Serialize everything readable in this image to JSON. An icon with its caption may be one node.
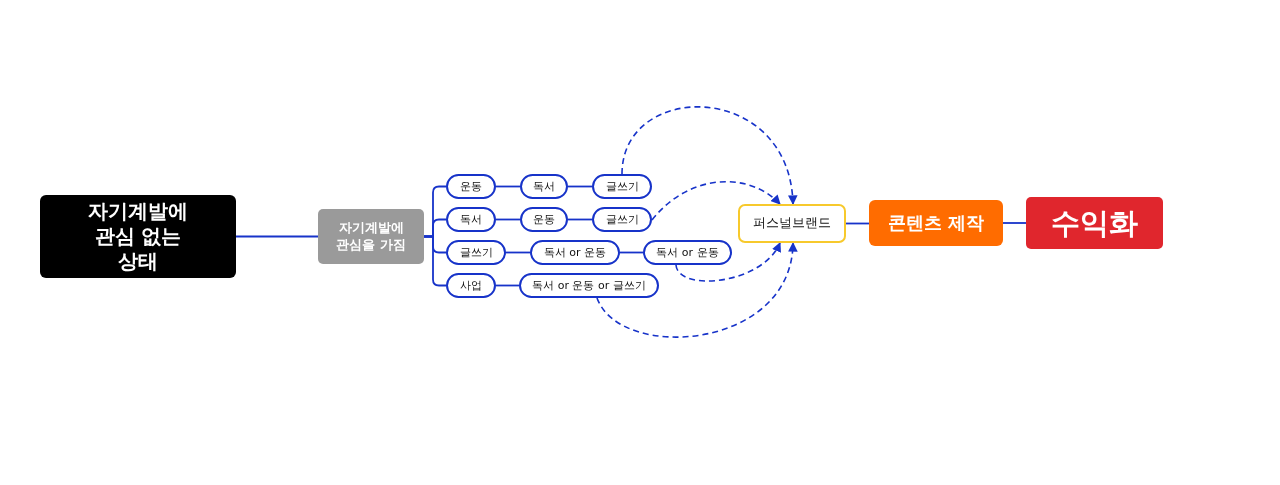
{
  "diagram": {
    "nodes": [
      {
        "text": [
          "자기계발에 관심 없는 상태"
        ]
      },
      {
        "text": [
          "자기계발에 관심을 가짐"
        ]
      },
      {
        "text": [
          "운동"
        ]
      },
      {
        "text": [
          "독서"
        ]
      },
      {
        "text": [
          "글쓰기"
        ]
      },
      {
        "text": [
          "독서"
        ]
      },
      {
        "text": [
          "운동"
        ]
      },
      {
        "text": [
          "글쓰기"
        ]
      },
      {
        "text": [
          "글쓰기"
        ]
      },
      {
        "text": [
          "독서 or 운동"
        ]
      },
      {
        "text": [
          "독서 or 운동"
        ]
      },
      {
        "text": [
          "사업"
        ]
      },
      {
        "text": [
          "독서 or 운동 or 글쓰기"
        ]
      },
      {
        "text": [
          "퍼스널브랜드"
        ]
      },
      {
        "text": [
          "콘텐츠 제작"
        ]
      },
      {
        "text": [
          "수익화"
        ]
      }
    ],
    "edges": [
      {
        "from": 0,
        "to": 1,
        "arrow": "none"
      },
      {
        "from": 1,
        "to": 2,
        "arrow": "none"
      },
      {
        "from": 1,
        "to": 5,
        "arrow": "none"
      },
      {
        "from": 1,
        "to": 8,
        "arrow": "none"
      },
      {
        "from": 1,
        "to": 11,
        "arrow": "none"
      },
      {
        "from": 2,
        "to": 3,
        "arrow": "none"
      },
      {
        "from": 3,
        "to": 4,
        "arrow": "none"
      },
      {
        "from": 5,
        "to": 6,
        "arrow": "none"
      },
      {
        "from": 6,
        "to": 7,
        "arrow": "none"
      },
      {
        "from": 8,
        "to": 9,
        "arrow": "none"
      },
      {
        "from": 9,
        "to": 10,
        "arrow": "none"
      },
      {
        "from": 11,
        "to": 12,
        "arrow": "none"
      },
      {
        "from": 4,
        "to": 13,
        "arrow": "to",
        "style": "dashed"
      },
      {
        "from": 7,
        "to": 13,
        "arrow": "to",
        "style": "dashed"
      },
      {
        "from": 10,
        "to": 13,
        "arrow": "to",
        "style": "dashed"
      },
      {
        "from": 12,
        "to": 13,
        "arrow": "to",
        "style": "dashed"
      },
      {
        "from": 13,
        "to": 14,
        "arrow": "none"
      },
      {
        "from": 14,
        "to": 15,
        "arrow": "none"
      }
    ]
  }
}
